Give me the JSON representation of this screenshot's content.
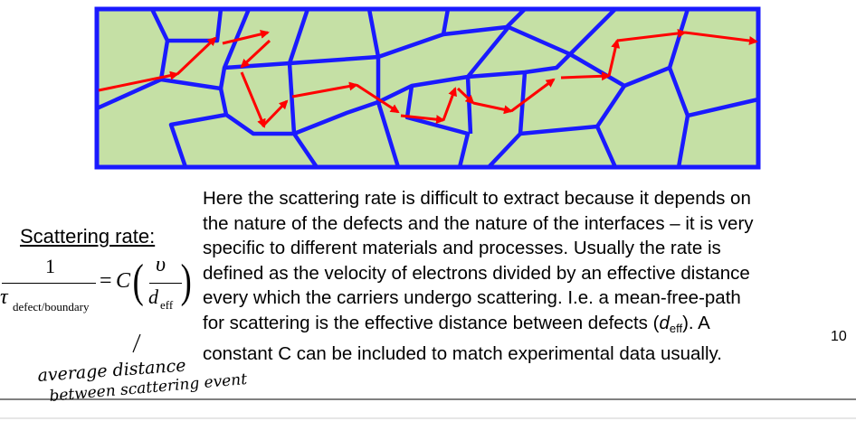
{
  "slide": {
    "scattering_label": "Scattering rate:",
    "formula": {
      "numerator": "1",
      "tau": "τ",
      "tau_subscript": "defect/boundary",
      "equals": "=",
      "constant": "C",
      "velocity": "υ",
      "d": "d",
      "d_subscript": "eff"
    },
    "paragraph": {
      "line1": "Here the scattering rate is difficult to extract because it depends on",
      "line2": "the nature of the defects and the nature of the interfaces – it is very",
      "line3": "specific to different materials and processes. Usually the rate is",
      "line4": "defined as the velocity of electrons divided by an effective distance",
      "line5": "every which the carriers undergo scattering. I.e. a mean-free-path",
      "line6_prefix": "for scattering is the effective distance between defects (",
      "line6_d": "d",
      "line6_sub": "eff",
      "line6_suffix": "). A",
      "line7": "constant C can be included to match experimental data usually."
    },
    "page_number": "10",
    "handwriting": {
      "line1": "average distance",
      "line2": "between scattering event"
    },
    "colors": {
      "grain_fill": "#c5e0a5",
      "boundary": "#1a1aff",
      "arrow": "#ff0000"
    }
  }
}
